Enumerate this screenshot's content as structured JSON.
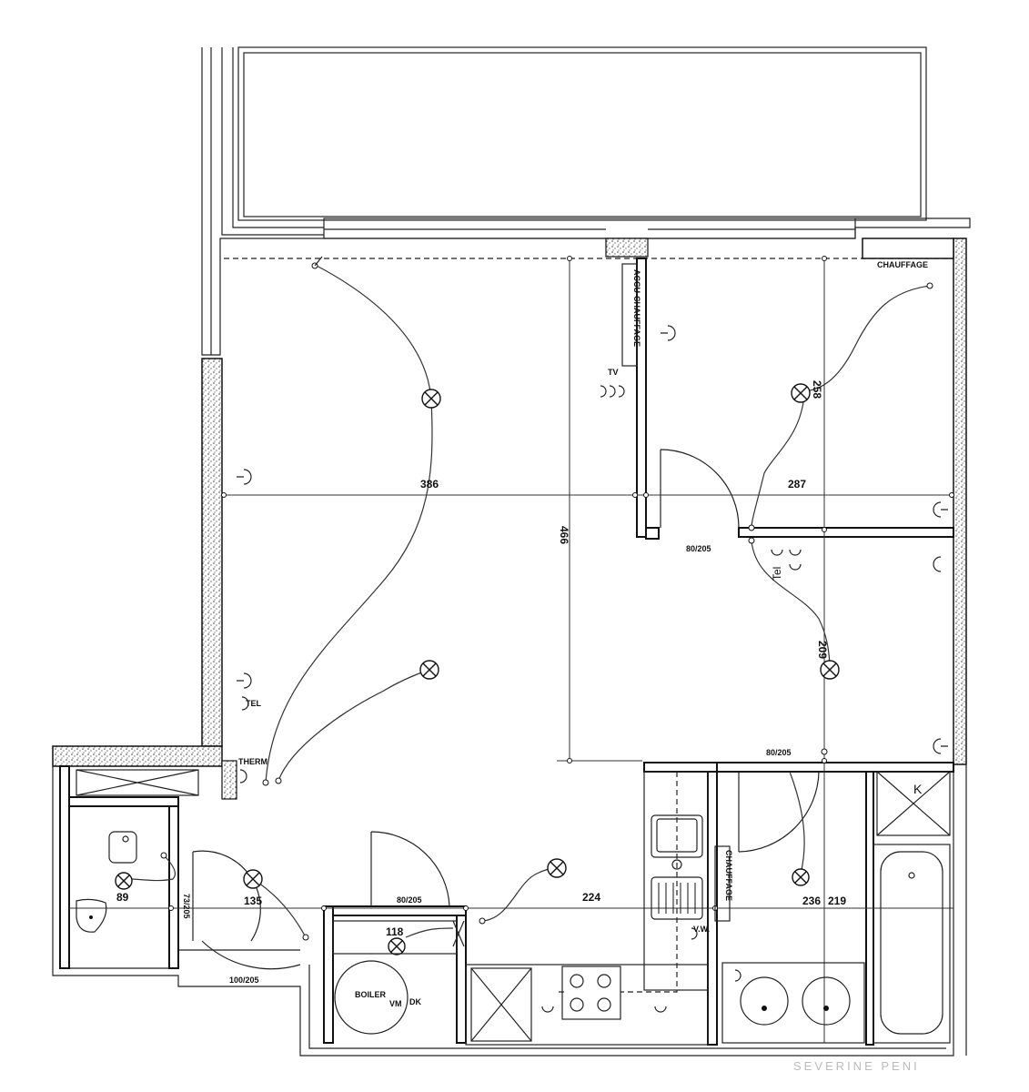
{
  "labels": {
    "chauffage_top": "CHAUFFAGE",
    "accu_chauffage": "ACCU-CHAUFFAGE",
    "tv": "TV",
    "tel_right": "Tel",
    "tel_left": "TEL",
    "therm": "THERM",
    "boiler": "BOILER",
    "vm": "VM",
    "dk": "DK",
    "vw": "V.W.",
    "chauffage_kitchen": "CHAUFFAGE",
    "k": "K",
    "watermark": "SEVERINE PENI"
  },
  "dimensions": {
    "living_width": "386",
    "living_height": "466",
    "bedroom_width": "287",
    "bedroom_height": "258",
    "hall_height": "209",
    "kitchen_width": "224",
    "bath_width": "236",
    "bath_width2": "219",
    "wc_width": "89",
    "hall_small": "135",
    "storage_width": "118",
    "door_bedroom": "80/205",
    "door_storage": "80/205",
    "door_bath": "80/205",
    "door_entry": "100/205",
    "door_wc": "73/205"
  },
  "colors": {
    "line": "#111111",
    "background": "#ffffff"
  }
}
